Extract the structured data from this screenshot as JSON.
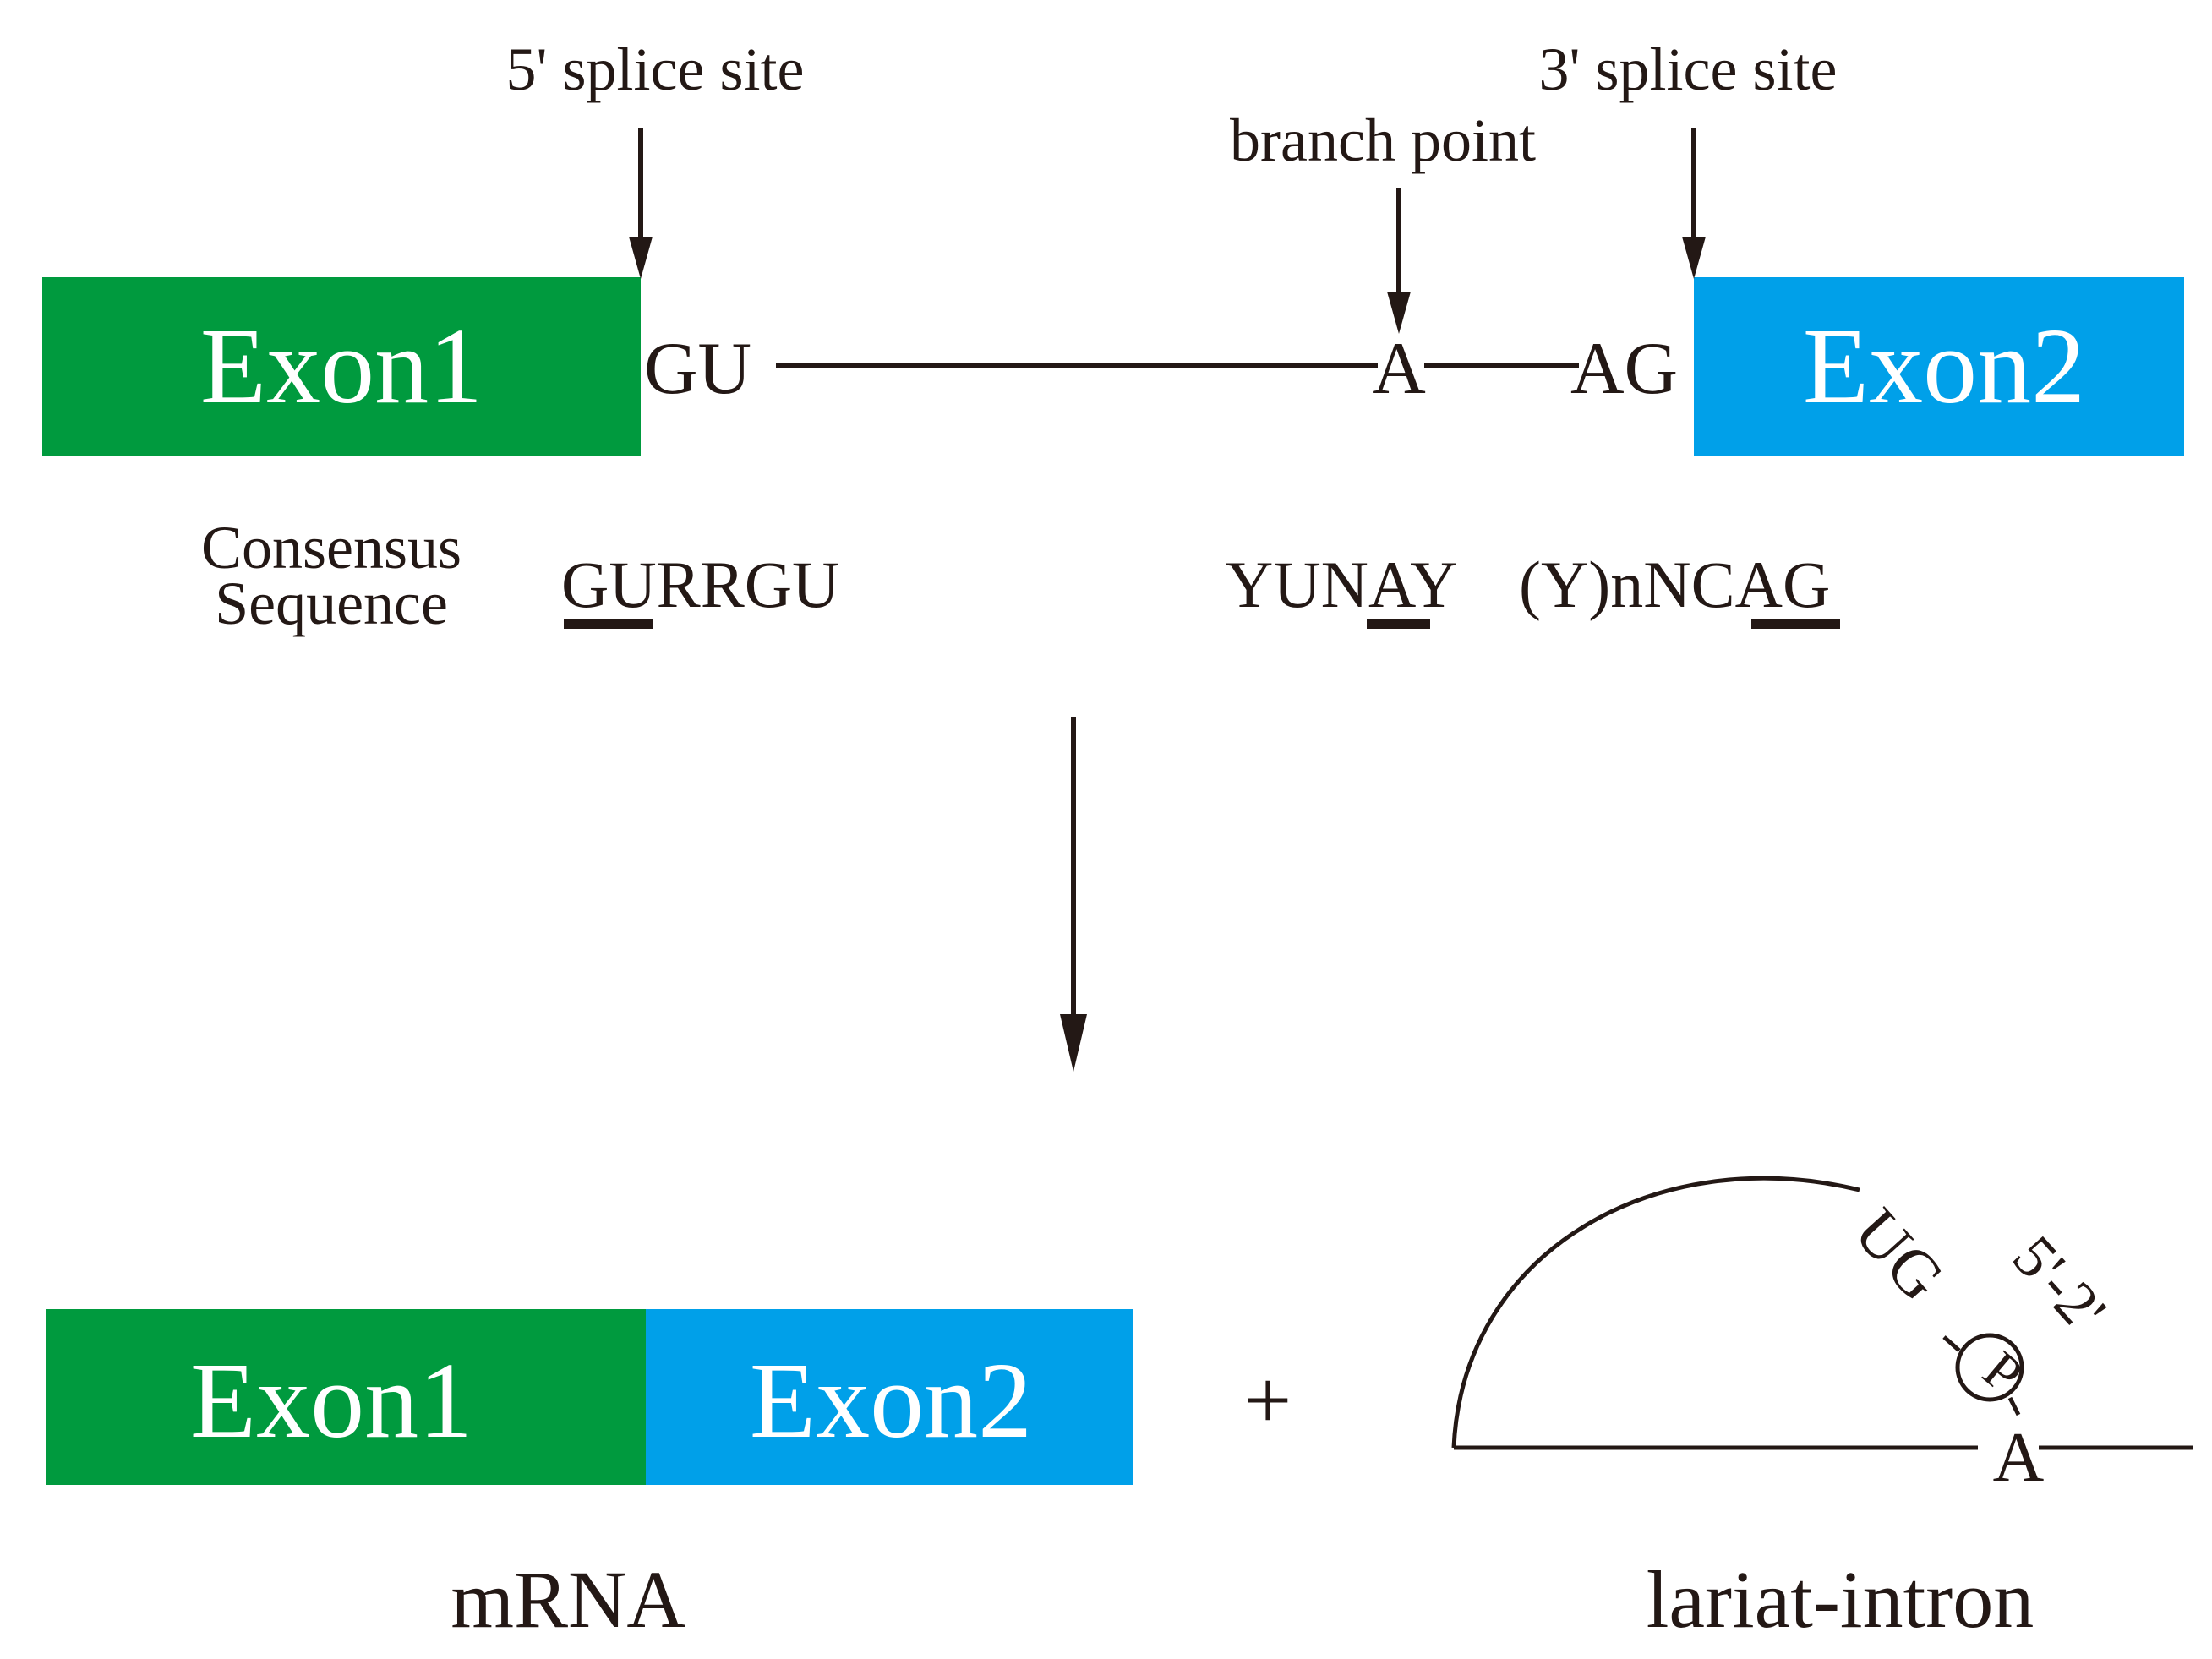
{
  "top": {
    "label_5_splice_site": "5' splice site",
    "label_3_splice_site": "3' splice site",
    "label_branch_point": "branch point",
    "exon1": "Exon1",
    "exon2": "Exon2",
    "gu": "GU",
    "a": "A",
    "ag": "AG"
  },
  "consensus": {
    "label_line1": "Consensus",
    "label_line2": "Sequence",
    "seq_5": {
      "underlined": "GU",
      "rest": "RRGU"
    },
    "seq_branch": {
      "before": "YUN",
      "underlined": "A",
      "after": "Y"
    },
    "seq_3": {
      "before": "(Y)nNC",
      "underlined": "AG"
    }
  },
  "bottom": {
    "exon1": "Exon1",
    "exon2": "Exon2",
    "plus": "+",
    "mrna_label": "mRNA",
    "lariat_label": "lariat-intron",
    "ug": "UG",
    "linkage": "5'-2'",
    "phosphate": "P",
    "a": "A"
  },
  "colors": {
    "exon1": "#009a3e",
    "exon2": "#00a0e9",
    "ink": "#231815"
  }
}
